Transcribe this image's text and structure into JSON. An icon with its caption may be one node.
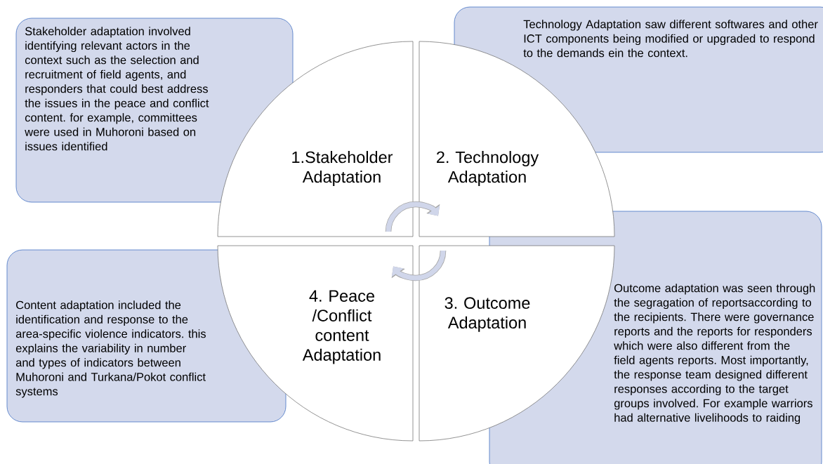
{
  "diagram": {
    "nodes": [
      {
        "text": [
          "Stakeholder adaptation involved identifying relevant actors in the context such as the selection and recruitment of field agents, and responders that could best address the issues in the peace and conflict content. for example, committees were used in Muhoroni based on issues identified"
        ]
      },
      {
        "text": [
          "1.Stakeholder Adaptation"
        ]
      },
      {
        "text": [
          "2. Technology Adaptation"
        ]
      },
      {
        "text": [
          "Technology Adaptation saw different softwares and other ICT components being modified or upgraded to respond to the demands ein the context."
        ]
      },
      {
        "text": [
          "Content adaptation included the identification and response to the area-specific violence indicators. this explains the variability in number and types of indicators between Muhoroni and Turkana/Pokot conflict systems"
        ]
      },
      {
        "text": [
          "4. Peace /Conflict content Adaptation"
        ]
      },
      {
        "text": [
          "3. Outcome Adaptation"
        ]
      },
      {
        "text": [
          "Outcome adaptation was seen through the segragation of reportsaccording to the recipients. There were governance reports and the reports for responders which were also different from the field agents reports. Most importantly, the response team designed different responses according to the target groups involved. For example warriors had alternative livelihoods to raiding"
        ]
      }
    ],
    "edges": [
      {
        "from": 1,
        "to": 2,
        "arrow": "to"
      },
      {
        "from": 6,
        "to": 5,
        "arrow": "to"
      }
    ]
  }
}
